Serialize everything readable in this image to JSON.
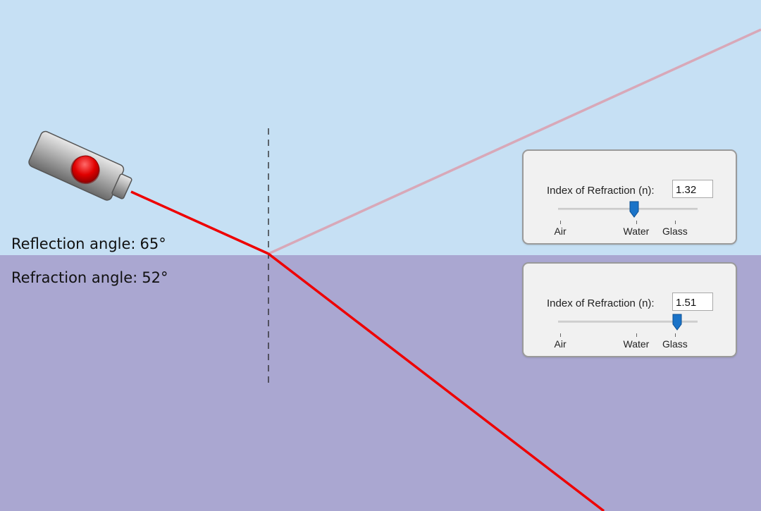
{
  "colors": {
    "upper_medium": "#c6e0f4",
    "lower_medium": "#aaa7d1",
    "beam": "#ee0000",
    "reflected_beam": "#d8a8b8",
    "slider_thumb": "#1a73c8"
  },
  "icons": {
    "laser": "laser-pointer-icon"
  },
  "readouts": {
    "reflection_label": "Reflection angle:",
    "reflection_value": "65°",
    "refraction_label": "Refraction angle:",
    "refraction_value": "52°"
  },
  "top_panel": {
    "label": "Index of Refraction (n):",
    "value": "1.32",
    "slider_value": 1.32,
    "ticks": [
      "Air",
      "Water",
      "Glass"
    ]
  },
  "bottom_panel": {
    "label": "Index of Refraction (n):",
    "value": "1.51",
    "slider_value": 1.51,
    "ticks": [
      "Air",
      "Water",
      "Glass"
    ]
  }
}
